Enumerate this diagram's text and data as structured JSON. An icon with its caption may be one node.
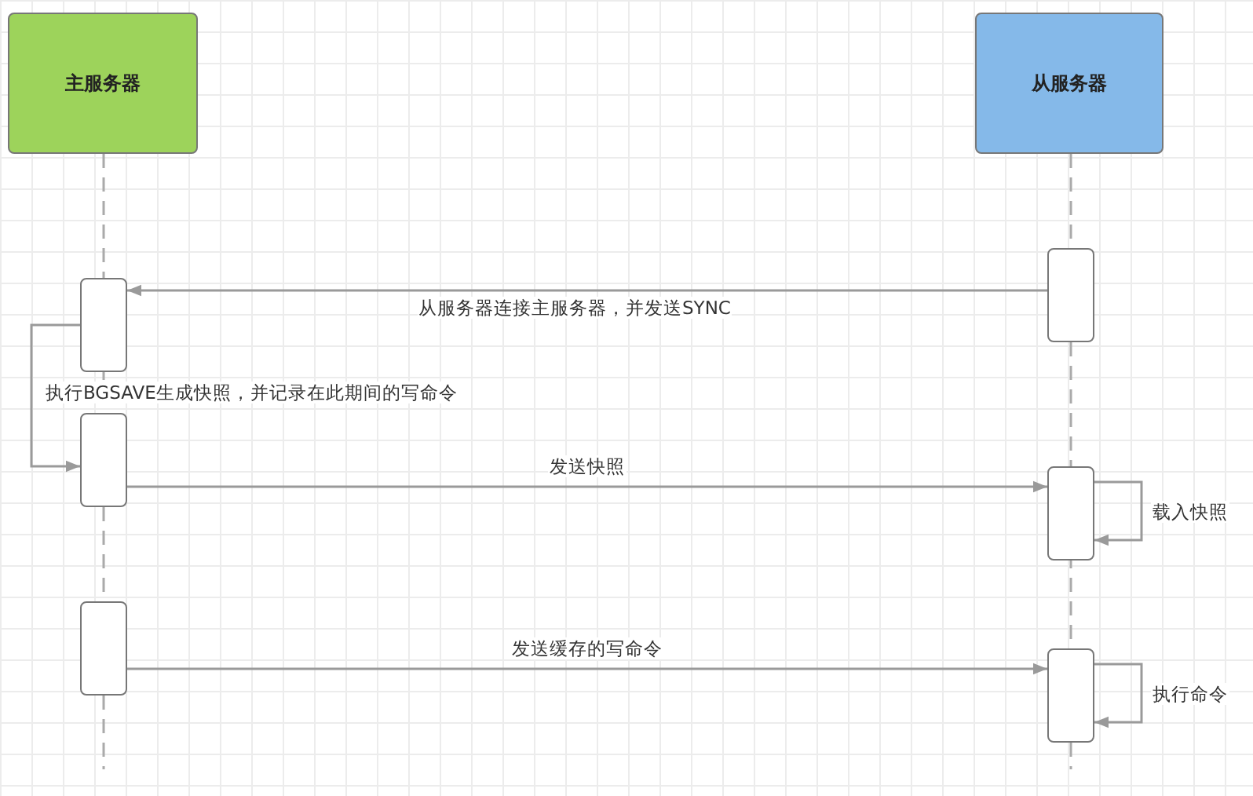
{
  "diagram": {
    "nodes": [
      {
        "text": [
          "主服务器"
        ]
      },
      {
        "text": [
          "从服务器"
        ]
      },
      {
        "text": [],
        "shape": "box"
      },
      {
        "text": [],
        "shape": "box"
      },
      {
        "text": [],
        "shape": "box"
      },
      {
        "text": [],
        "shape": "box"
      },
      {
        "text": [],
        "shape": "box"
      },
      {
        "text": [],
        "shape": "box"
      }
    ],
    "edges": [
      {
        "from": 2,
        "to": 3,
        "arrow": "to",
        "label": "从服务器连接主服务器，并发送SYNC"
      },
      {
        "from": 3,
        "to": 4,
        "arrow": "to",
        "label": "执行BGSAVE生成快照，并记录在此期间的写命令"
      },
      {
        "from": 4,
        "to": 5,
        "arrow": "to",
        "label": "发送快照"
      },
      {
        "from": 5,
        "to": 5,
        "arrow": "to",
        "label": "载入快照"
      },
      {
        "from": 6,
        "to": 7,
        "arrow": "to",
        "label": "发送缓存的写命令"
      },
      {
        "from": 7,
        "to": 7,
        "arrow": "to",
        "label": "执行命令"
      }
    ]
  }
}
